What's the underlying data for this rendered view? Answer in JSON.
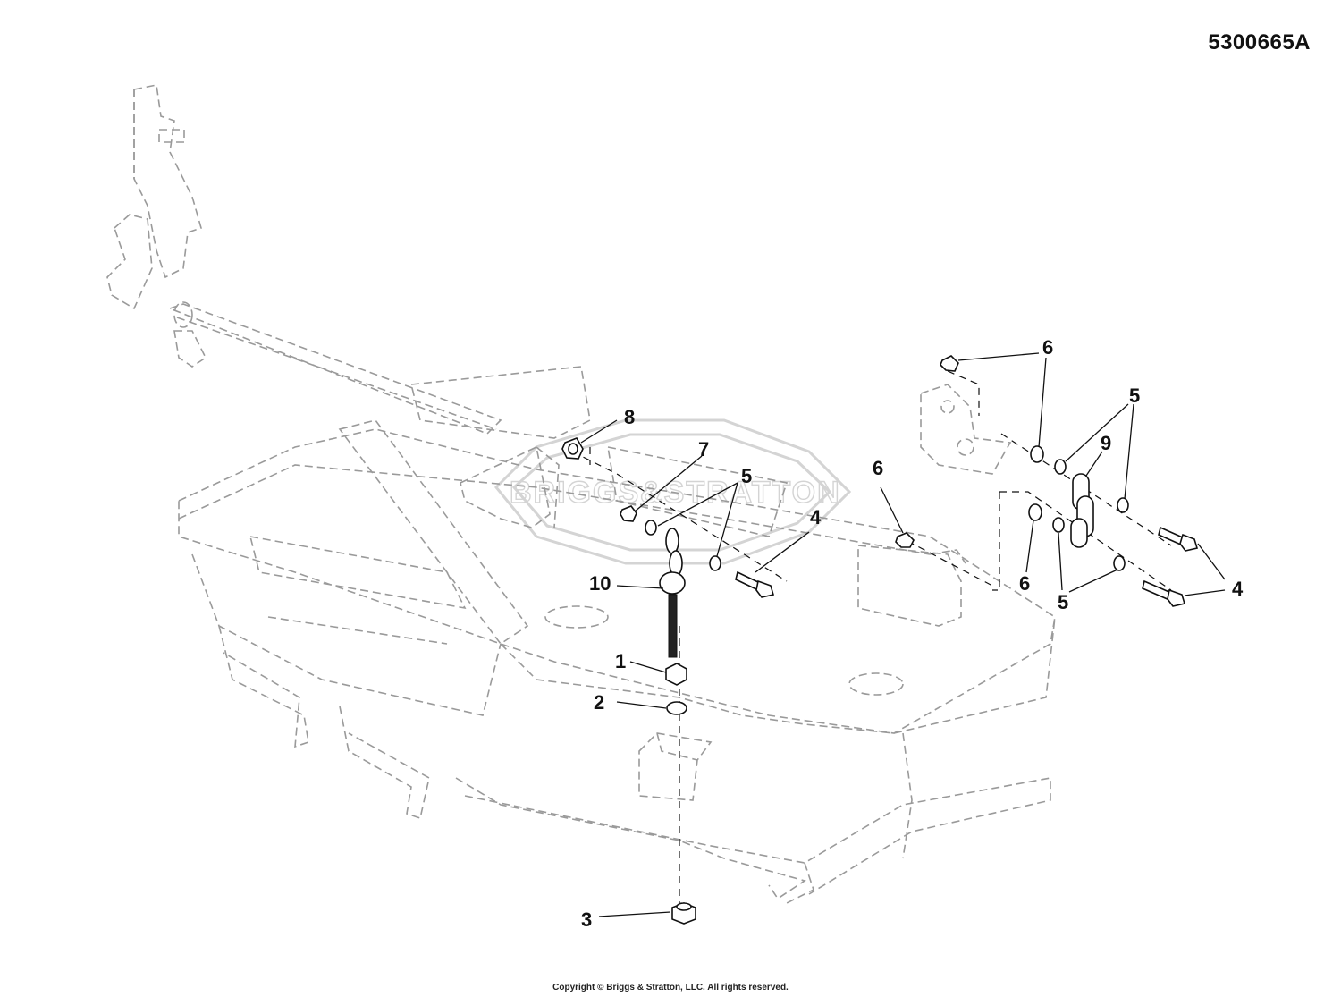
{
  "drawing": {
    "part_number": "5300665A",
    "copyright": "Copyright © Briggs & Stratton, LLC. All rights reserved.",
    "watermark_text": "BRIGGS&STRATTON"
  },
  "callouts": {
    "c1": "1",
    "c2": "2",
    "c3": "3",
    "c4a": "4",
    "c4b": "4",
    "c5a": "5",
    "c5b": "5",
    "c5c": "5",
    "c6a": "6",
    "c6b": "6",
    "c6c": "6",
    "c7": "7",
    "c8": "8",
    "c9": "9",
    "c10": "10"
  }
}
